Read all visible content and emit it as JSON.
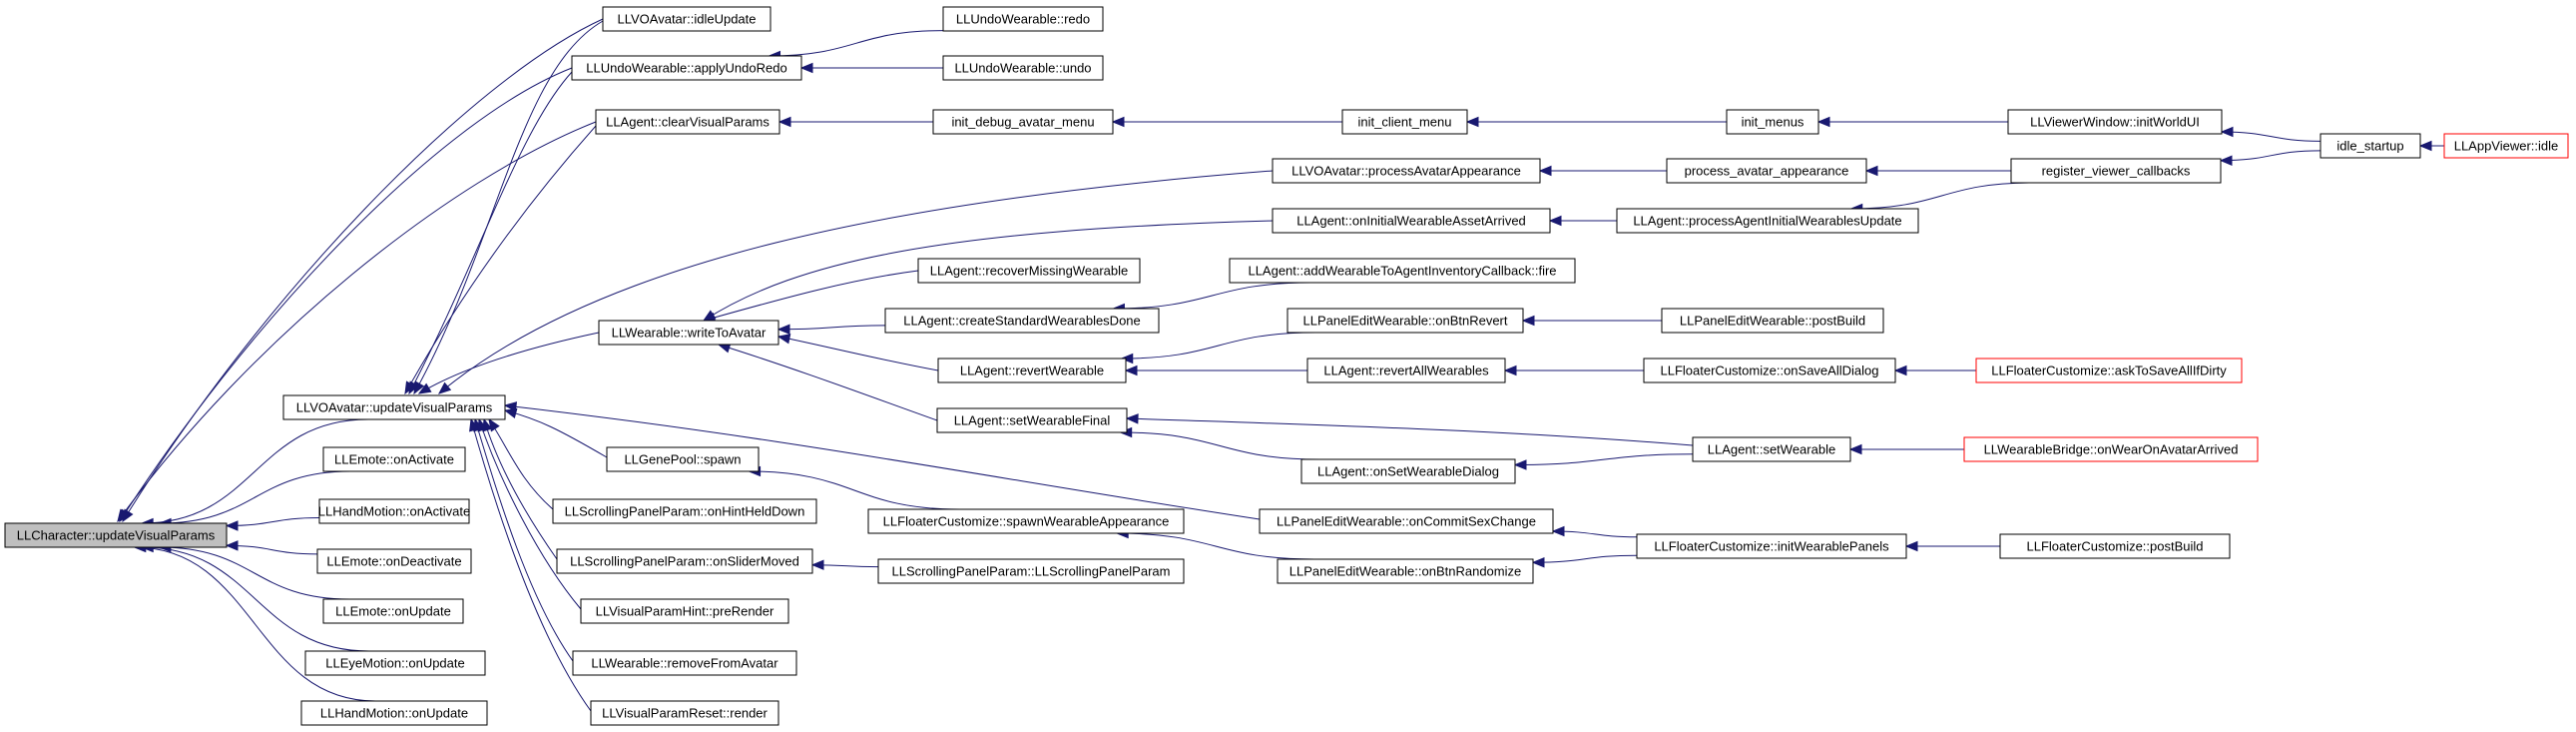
{
  "nodes": [
    {
      "id": "root",
      "label": "LLCharacter::updateVisualParams",
      "root": true
    },
    {
      "id": "vo_update",
      "label": "LLVOAvatar::updateVisualParams"
    },
    {
      "id": "emote_act",
      "label": "LLEmote::onActivate"
    },
    {
      "id": "hand_act",
      "label": "LLHandMotion::onActivate"
    },
    {
      "id": "emote_deact",
      "label": "LLEmote::onDeactivate"
    },
    {
      "id": "emote_upd",
      "label": "LLEmote::onUpdate"
    },
    {
      "id": "eye_upd",
      "label": "LLEyeMotion::onUpdate"
    },
    {
      "id": "hand_upd",
      "label": "LLHandMotion::onUpdate"
    },
    {
      "id": "vo_idle",
      "label": "LLVOAvatar::idleUpdate"
    },
    {
      "id": "undo_apply",
      "label": "LLUndoWearable::applyUndoRedo"
    },
    {
      "id": "agent_clear",
      "label": "LLAgent::clearVisualParams"
    },
    {
      "id": "wear_write",
      "label": "LLWearable::writeToAvatar"
    },
    {
      "id": "genepool",
      "label": "LLGenePool::spawn"
    },
    {
      "id": "sp_hint",
      "label": "LLScrollingPanelParam::onHintHeldDown"
    },
    {
      "id": "sp_slider",
      "label": "LLScrollingPanelParam::onSliderMoved"
    },
    {
      "id": "vph_pre",
      "label": "LLVisualParamHint::preRender"
    },
    {
      "id": "wear_remove",
      "label": "LLWearable::removeFromAvatar"
    },
    {
      "id": "vpr_render",
      "label": "LLVisualParamReset::render"
    },
    {
      "id": "undo_redo",
      "label": "LLUndoWearable::redo"
    },
    {
      "id": "undo_undo",
      "label": "LLUndoWearable::undo"
    },
    {
      "id": "dbg_menu",
      "label": "init_debug_avatar_menu"
    },
    {
      "id": "client_menu",
      "label": "init_client_menu"
    },
    {
      "id": "menus",
      "label": "init_menus"
    },
    {
      "id": "initworld",
      "label": "LLViewerWindow::initWorldUI"
    },
    {
      "id": "idle_startup",
      "label": "idle_startup"
    },
    {
      "id": "app_idle",
      "label": "LLAppViewer::idle",
      "truncated": true
    },
    {
      "id": "vo_process",
      "label": "LLVOAvatar::processAvatarAppearance"
    },
    {
      "id": "proc_app",
      "label": "process_avatar_appearance"
    },
    {
      "id": "reg_cb",
      "label": "register_viewer_callbacks"
    },
    {
      "id": "agent_oiwaa",
      "label": "LLAgent::onInitialWearableAssetArrived"
    },
    {
      "id": "agent_paiwu",
      "label": "LLAgent::processAgentInitialWearablesUpdate"
    },
    {
      "id": "agent_recover",
      "label": "LLAgent::recoverMissingWearable"
    },
    {
      "id": "agent_atai",
      "label": "LLAgent::addWearableToAgentInventoryCallback::fire"
    },
    {
      "id": "agent_cswd",
      "label": "LLAgent::createStandardWearablesDone"
    },
    {
      "id": "pew_revert",
      "label": "LLPanelEditWearable::onBtnRevert"
    },
    {
      "id": "pew_postbuild",
      "label": "LLPanelEditWearable::postBuild"
    },
    {
      "id": "agent_revert",
      "label": "LLAgent::revertWearable"
    },
    {
      "id": "agent_revertall",
      "label": "LLAgent::revertAllWearables"
    },
    {
      "id": "fc_saveall",
      "label": "LLFloaterCustomize::onSaveAllDialog"
    },
    {
      "id": "fc_ask",
      "label": "LLFloaterCustomize::askToSaveAllIfDirty",
      "truncated": true
    },
    {
      "id": "agent_swf",
      "label": "LLAgent::setWearableFinal"
    },
    {
      "id": "agent_setwear",
      "label": "LLAgent::setWearable"
    },
    {
      "id": "wb_onwear",
      "label": "LLWearableBridge::onWearOnAvatarArrived",
      "truncated": true
    },
    {
      "id": "agent_oswd",
      "label": "LLAgent::onSetWearableDialog"
    },
    {
      "id": "fc_swa",
      "label": "LLFloaterCustomize::spawnWearableAppearance"
    },
    {
      "id": "pew_sex",
      "label": "LLPanelEditWearable::onCommitSexChange"
    },
    {
      "id": "fc_initpanels",
      "label": "LLFloaterCustomize::initWearablePanels"
    },
    {
      "id": "fc_postbuild",
      "label": "LLFloaterCustomize::postBuild"
    },
    {
      "id": "spp_ctor",
      "label": "LLScrollingPanelParam::LLScrollingPanelParam"
    },
    {
      "id": "pew_rand",
      "label": "LLPanelEditWearable::onBtnRandomize"
    }
  ]
}
